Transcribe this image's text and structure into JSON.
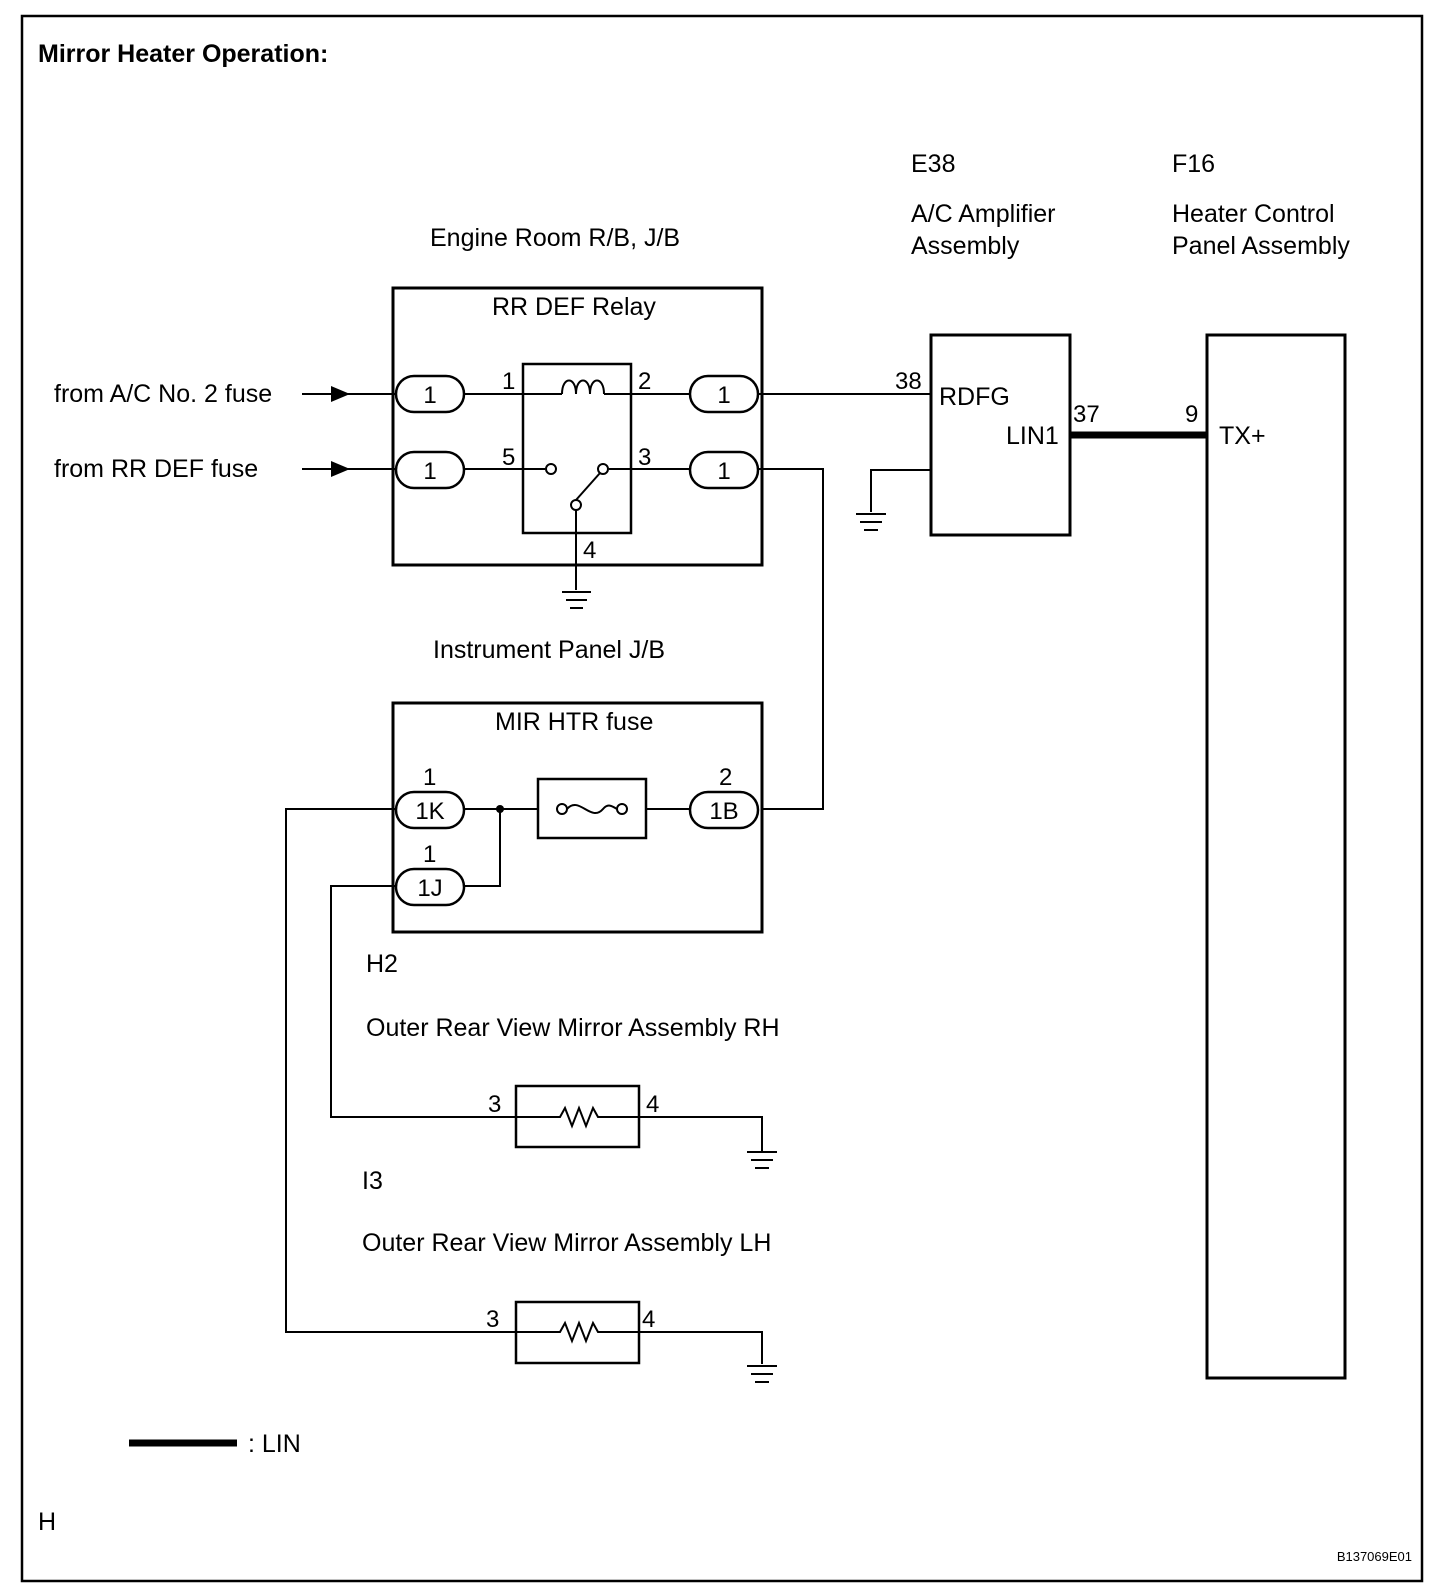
{
  "title": "Mirror Heater Operation:",
  "inputs": {
    "ac_fuse": "from A/C No. 2 fuse",
    "rr_def_fuse": "from RR DEF fuse"
  },
  "engine_room": {
    "label": "Engine Room R/B, J/B",
    "relay_label": "RR DEF Relay",
    "connector_left_top": "1",
    "connector_left_bottom": "1",
    "connector_right_top": "1",
    "connector_right_bottom": "1",
    "pin_1": "1",
    "pin_2": "2",
    "pin_3": "3",
    "pin_4": "4",
    "pin_5": "5"
  },
  "amplifier": {
    "code": "E38",
    "name_line1": "A/C Amplifier",
    "name_line2": "Assembly",
    "terminal_rdfg": "RDFG",
    "terminal_lin1": "LIN1",
    "pin_rdfg": "38",
    "pin_lin1": "37"
  },
  "heater_panel": {
    "code": "F16",
    "name_line1": "Heater Control",
    "name_line2": "Panel Assembly",
    "terminal": "TX+",
    "pin": "9"
  },
  "instrument_panel": {
    "label": "Instrument Panel J/B",
    "fuse_label": "MIR HTR fuse",
    "conn_1k_pin": "1",
    "conn_1k": "1K",
    "conn_1j_pin": "1",
    "conn_1j": "1J",
    "conn_1b_pin": "2",
    "conn_1b": "1B"
  },
  "mirror_rh": {
    "code": "H2",
    "name": "Outer Rear View Mirror Assembly RH",
    "pin_in": "3",
    "pin_out": "4"
  },
  "mirror_lh": {
    "code": "I3",
    "name": "Outer Rear View Mirror Assembly LH",
    "pin_in": "3",
    "pin_out": "4"
  },
  "legend": {
    "lin_label": ": LIN"
  },
  "footer": {
    "left": "H",
    "right": "B137069E01"
  }
}
